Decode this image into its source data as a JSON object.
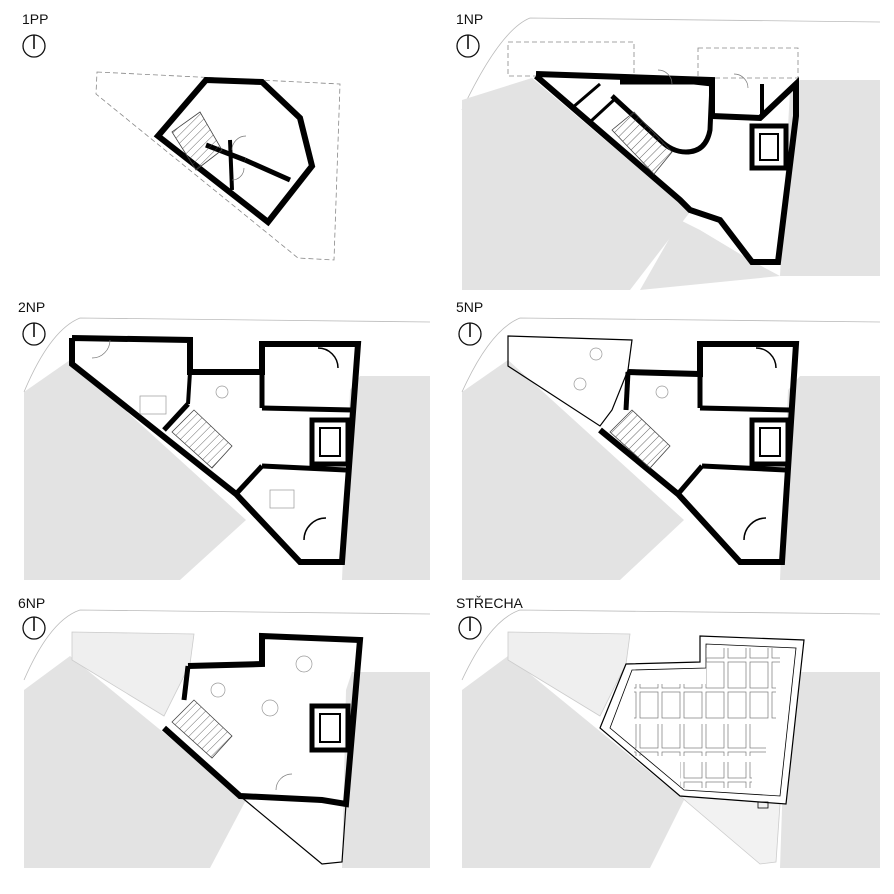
{
  "plans": [
    {
      "id": "1pp",
      "label": "1PP"
    },
    {
      "id": "1np",
      "label": "1NP"
    },
    {
      "id": "2np",
      "label": "2NP"
    },
    {
      "id": "5np",
      "label": "5NP"
    },
    {
      "id": "6np",
      "label": "6NP"
    },
    {
      "id": "strecha",
      "label": "STŘECHA"
    }
  ],
  "colors": {
    "wall": "#000000",
    "neighbor_fill": "#e3e3e3",
    "faded_fill": "#efefef",
    "thin_line": "#555555",
    "dashed_line": "#888888"
  },
  "icons": {
    "north": "north-arrow-icon"
  }
}
